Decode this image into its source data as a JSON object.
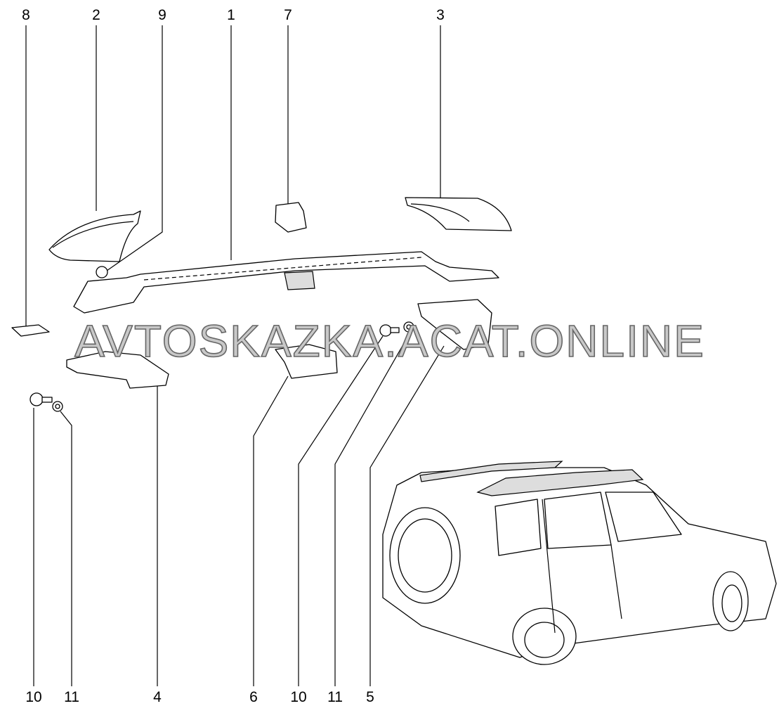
{
  "watermark": "AVTOSKAZKA.ACAT.ONLINE",
  "callouts_top": [
    "8",
    "2",
    "9",
    "1",
    "7",
    "3"
  ],
  "callouts_bottom": [
    "10",
    "11",
    "4",
    "6",
    "10",
    "11",
    "5"
  ]
}
